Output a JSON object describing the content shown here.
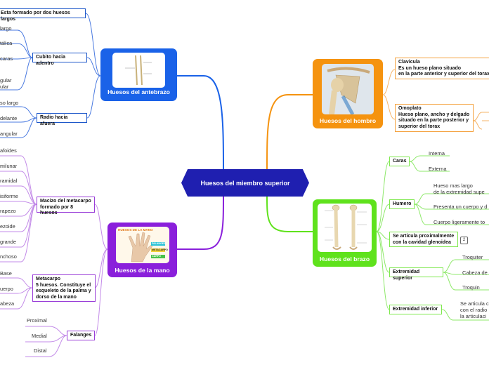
{
  "center": "Huesos del miembro superior",
  "forearm": {
    "title": "Huesos del antebrazo",
    "top_box": "Esta formado por dos huesos largos",
    "ulna": {
      "title": "Cubito hacia adentro",
      "items": [
        "largo",
        "tálica",
        "caras",
        "gular\nular"
      ]
    },
    "radius": {
      "title": "Radio hacia afuera",
      "items": [
        "so largo",
        "delante",
        "angular"
      ]
    }
  },
  "hand": {
    "title": "Huesos de la mano",
    "image_title": "HUESOS DE LA MANO",
    "image_tags": [
      "FALANGES",
      "METACARPO",
      "CARPO"
    ],
    "carpus": {
      "title": "Macizo del metacarpo formado por 8 huesos",
      "items": [
        "afoides",
        "milunar",
        "ramidal",
        "isiforme",
        "rapezo",
        "ezoide",
        "grande",
        "nchoso"
      ]
    },
    "metacarpus": {
      "title": "Metacarpo\n5 huesos. Constituye el esqueleto de la palma y dorso de la mano",
      "items": [
        "Base",
        "uerpo",
        "abeza"
      ]
    },
    "phalanges": {
      "title": "Falanges",
      "items": [
        "Proximal",
        "Medial",
        "Distal"
      ]
    }
  },
  "shoulder": {
    "title": "Huesos del hombro",
    "clavicle": "Clavicula\nEs un hueso plano situado\nen la parte anterior y superior del torax",
    "scapula": "Omoplato\nHueso plano, ancho y delgado\nsituado en la parte posterior y\nsuperior del torax"
  },
  "arm": {
    "title": "Huesos del brazo",
    "faces": {
      "title": "Caras",
      "items": [
        "Interna",
        "Externa"
      ]
    },
    "humerus": {
      "title": "Humero",
      "items": [
        "Hueso mas largo\nde la extremidad supe",
        "Presenta un cuerpo y d",
        "Cuerpo ligeramente to"
      ]
    },
    "articulation": "Se articula proximalmente\ncon la cavidad glenoidea",
    "badge": "2",
    "upper_end": {
      "title": "Extremidad superior",
      "items": [
        "Troquiter",
        "Cabeza de",
        "Troquin"
      ]
    },
    "lower_end": {
      "title": "Extremidad inferior",
      "items": [
        "Se articula c\ncon el radio\nla articulaci"
      ]
    }
  },
  "colors": {
    "forearm": "#1a62e8",
    "shoulder": "#f5930f",
    "arm": "#5fe21c",
    "hand": "#8a1fdb",
    "center": "#1f1fb0"
  }
}
